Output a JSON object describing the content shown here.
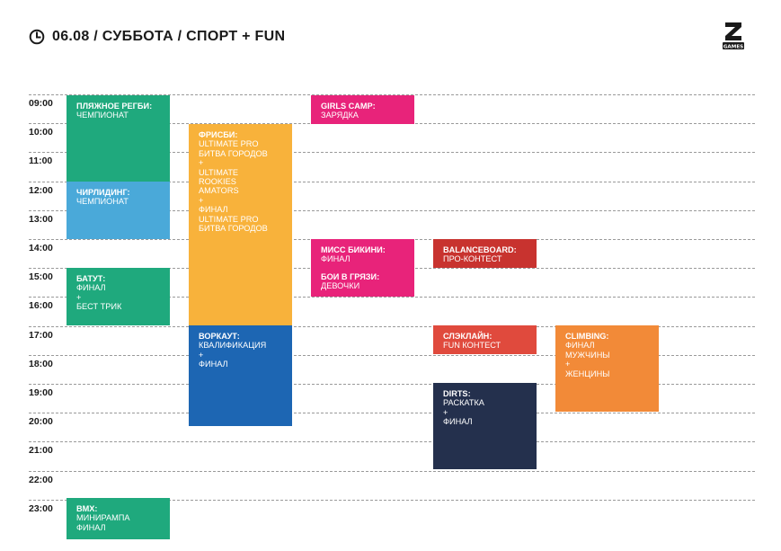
{
  "header": {
    "title": "06.08 / СУББОТА / СПОРТ + FUN",
    "clock_icon": "clock-icon"
  },
  "logo": {
    "letter": "Z",
    "text": "GAMES"
  },
  "times": [
    "09:00",
    "10:00",
    "11:00",
    "12:00",
    "13:00",
    "14:00",
    "15:00",
    "16:00",
    "17:00",
    "18:00",
    "19:00",
    "20:00",
    "21:00",
    "22:00",
    "23:00"
  ],
  "events": [
    {
      "id": "beach-rugby",
      "color": "#1fa97d",
      "title": "ПЛЯЖНОЕ РЕГБИ:",
      "lines": [
        "ЧЕМПИОНАТ"
      ]
    },
    {
      "id": "cheerleading",
      "color": "#4aa9d9",
      "title": "ЧИРЛИДИНГ:",
      "lines": [
        "ЧЕМПИОНАТ"
      ]
    },
    {
      "id": "trampoline",
      "color": "#1fa97d",
      "title": "БАТУТ:",
      "lines": [
        "ФИНАЛ",
        "+",
        "БЕСТ ТРИК"
      ]
    },
    {
      "id": "bmx",
      "color": "#1fa97d",
      "title": "BMX:",
      "lines": [
        "МИНИРАМПА",
        "ФИНАЛ"
      ]
    },
    {
      "id": "frisbee",
      "color": "#f8b23b",
      "title": "ФРИСБИ:",
      "lines": [
        "ULTIMATE PRO",
        "БИТВА ГОРОДОВ",
        "+",
        "ULTIMATE",
        "ROOKIES",
        "AMATORS",
        "+",
        "ФИНАЛ",
        "ULTIMATE PRO",
        "БИТВА ГОРОДОВ"
      ]
    },
    {
      "id": "workout",
      "color": "#1d66b3",
      "title": "ВОРКАУТ:",
      "lines": [
        "КВАЛИФИКАЦИЯ",
        "+",
        "ФИНАЛ"
      ]
    },
    {
      "id": "girls-camp",
      "color": "#e8237a",
      "title": "GIRLS CAMP:",
      "lines": [
        "ЗАРЯДКА"
      ]
    },
    {
      "id": "miss-bikini",
      "color": "#e8237a",
      "title": "МИСС БИКИНИ:",
      "lines": [
        "ФИНАЛ"
      ],
      "title2": "БОИ В ГРЯЗИ:",
      "lines2": [
        "ДЕВОЧКИ"
      ]
    },
    {
      "id": "balanceboard",
      "color": "#c8332f",
      "title": "BALANCEBOARD:",
      "lines": [
        "ПРО-КОНТЕСТ"
      ]
    },
    {
      "id": "slackline",
      "color": "#e04a3d",
      "title": "СЛЭКЛАЙН:",
      "lines": [
        "FUN КОНТЕСТ"
      ]
    },
    {
      "id": "dirts",
      "color": "#24304d",
      "title": "DIRTS:",
      "lines": [
        "РАСКАТКА",
        "+",
        "ФИНАЛ"
      ]
    },
    {
      "id": "climbing",
      "color": "#f28a38",
      "title": "CLIMBING:",
      "lines": [
        "ФИНАЛ",
        "МУЖЧИНЫ",
        "+",
        "ЖЕНЦИНЫ"
      ]
    }
  ]
}
